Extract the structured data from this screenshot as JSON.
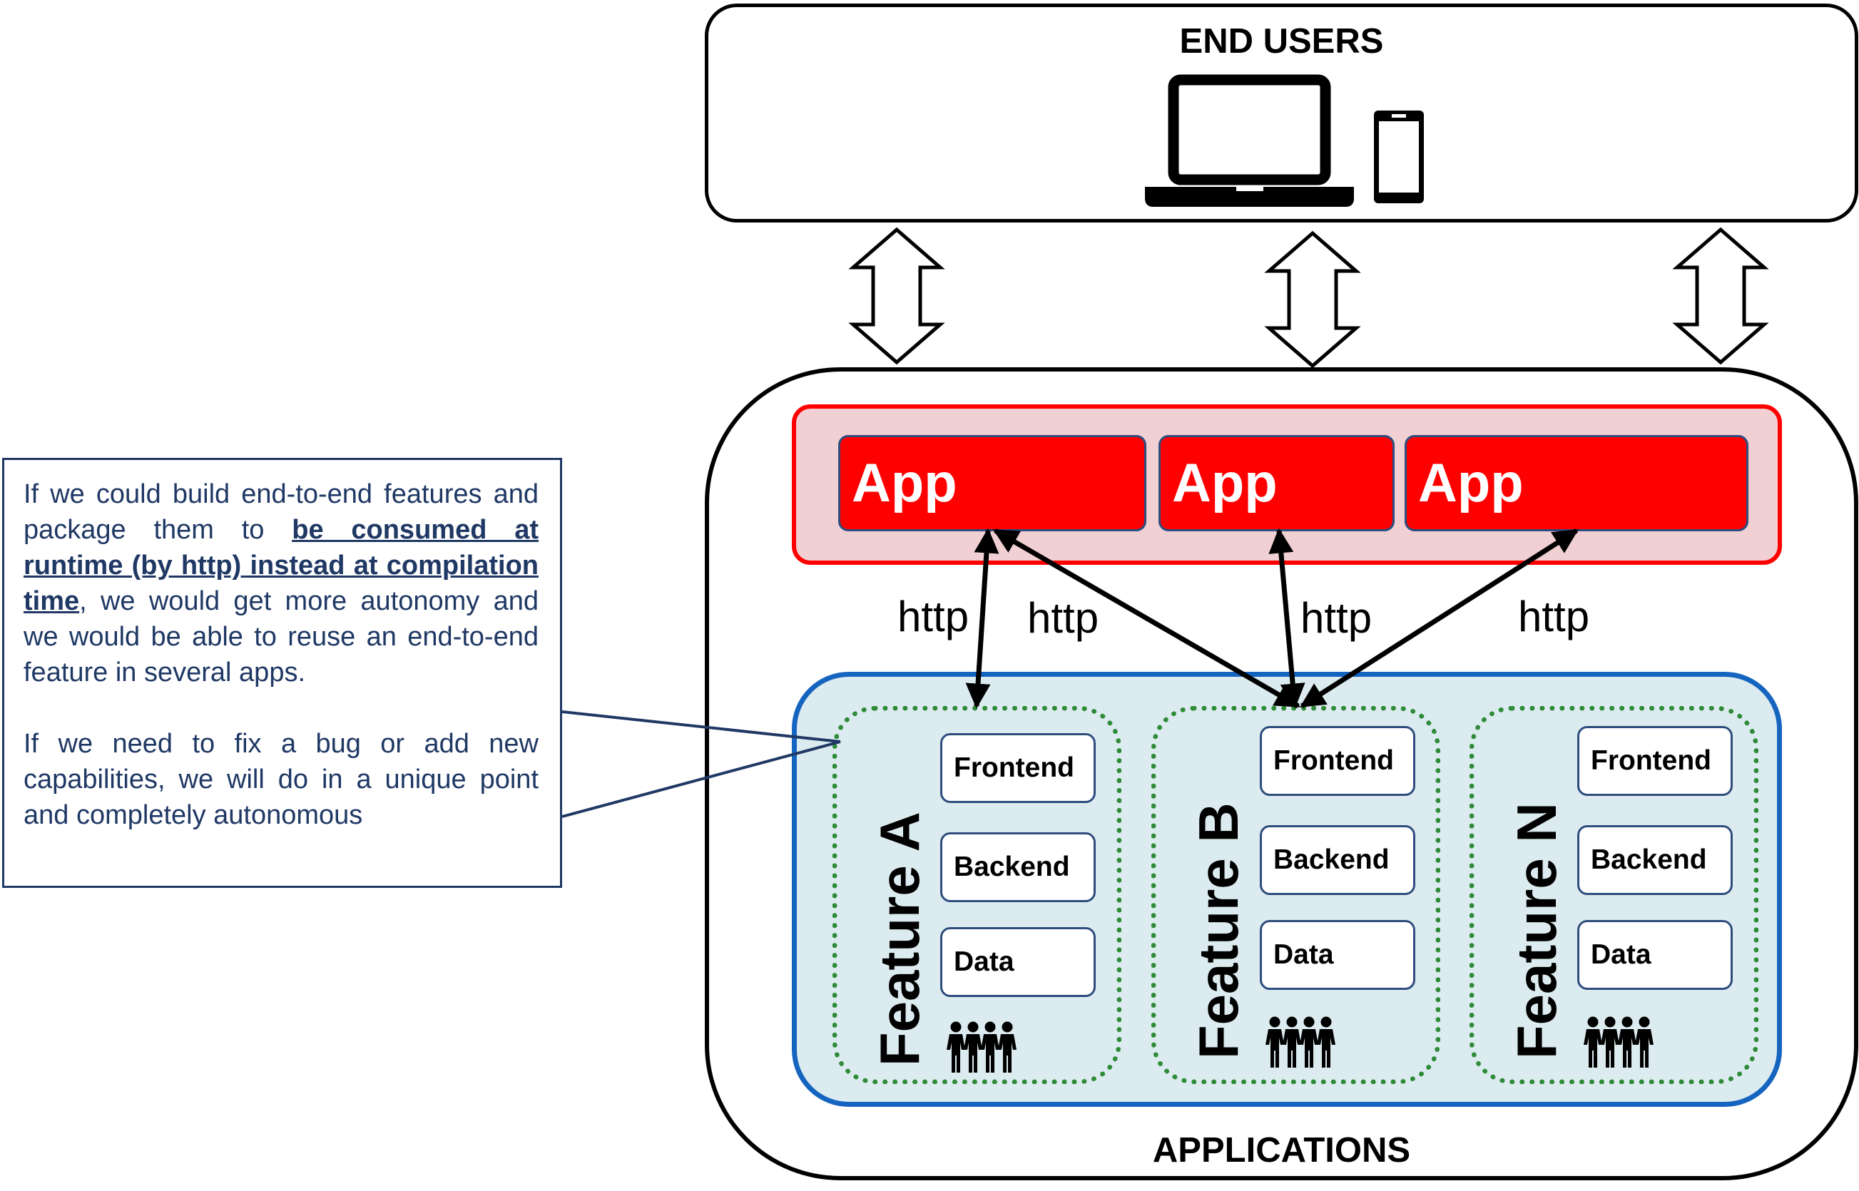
{
  "end_users": {
    "title": "END USERS",
    "icons": [
      "laptop-icon",
      "smartphone-icon"
    ]
  },
  "applications": {
    "title": "APPLICATIONS"
  },
  "apps": [
    {
      "label": "App"
    },
    {
      "label": "App"
    },
    {
      "label": "App"
    }
  ],
  "http_labels": [
    "http",
    "http",
    "http",
    "http"
  ],
  "features": [
    {
      "label": "Feature A",
      "layers": [
        "Frontend",
        "Backend",
        "Data"
      ],
      "team_icon": "team-icon"
    },
    {
      "label": "Feature B",
      "layers": [
        "Frontend",
        "Backend",
        "Data"
      ],
      "team_icon": "team-icon"
    },
    {
      "label": "Feature N",
      "layers": [
        "Frontend",
        "Backend",
        "Data"
      ],
      "team_icon": "team-icon"
    }
  ],
  "callout": {
    "p1_before": "If we could build end-to-end features and package them to ",
    "p1_emphasis": "be consumed at runtime (by http) instead at compilation time",
    "p1_after": ", we would get more autonomy and we would be able to reuse an end-to-end feature in several apps.",
    "p2": "If we need to fix a bug or add new capabilities, we will do in a unique point and completely autonomous"
  },
  "colors": {
    "app_fill": "#ff0000",
    "app_bar_fill": "#f0d0d3",
    "feature_area_fill": "#dcebef",
    "feature_area_border": "#1565c0",
    "feature_dotted_border": "#2e8b37",
    "callout_text": "#1f3864"
  }
}
